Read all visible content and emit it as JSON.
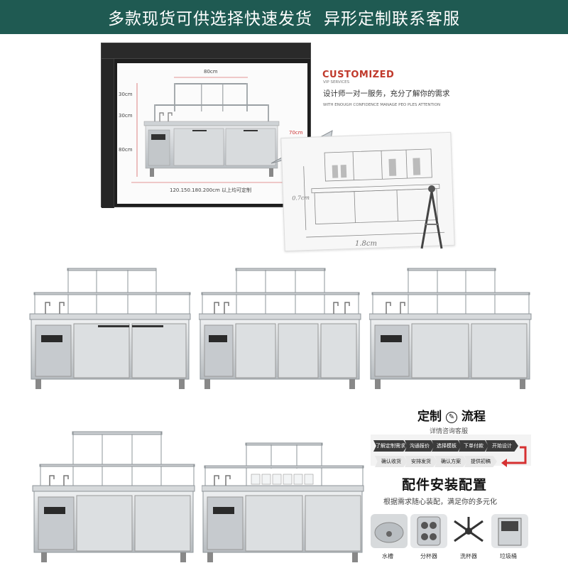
{
  "banner": {
    "left_text": "多款现货可供选择快速发货",
    "right_text": "异形定制联系客服"
  },
  "design_drawing": {
    "dims": {
      "width_top": "80cm",
      "h_top": "30cm",
      "h_mid": "30cm",
      "h_body": "80cm",
      "depth": "70cm",
      "lengths": "120.150.180.200cm 以上均可定制"
    }
  },
  "customized": {
    "title": "CUSTOMIZED",
    "vip": "VIP SERVICES",
    "cn": "设计师一对一服务，充分了解你的需求",
    "en": "WITH ENOUGH CONFIDENCE MANAGE PEO PLES ATTENTION"
  },
  "sketch": {
    "height_label": "0.7cm",
    "width_label": "1.8cm"
  },
  "flow": {
    "title_left": "定制",
    "title_right": "流程",
    "subtitle": "详情咨询客服",
    "row1": [
      "了解定制需求",
      "沟通报价",
      "选择模板",
      "下单付款",
      "开始设计"
    ],
    "row2": [
      "确认收货",
      "安排发货",
      "确认方案",
      "提供初稿"
    ]
  },
  "accessories": {
    "title": "配件安装配置",
    "subtitle": "根据需求随心装配，满足你的多元化",
    "items": [
      {
        "label": "水槽"
      },
      {
        "label": "分杯器"
      },
      {
        "label": "洗杯器"
      },
      {
        "label": "垃圾桶"
      }
    ]
  },
  "colors": {
    "banner_bg": "#1f5a52",
    "accent_red": "#c0392b",
    "steel": "#c9cdd0"
  }
}
